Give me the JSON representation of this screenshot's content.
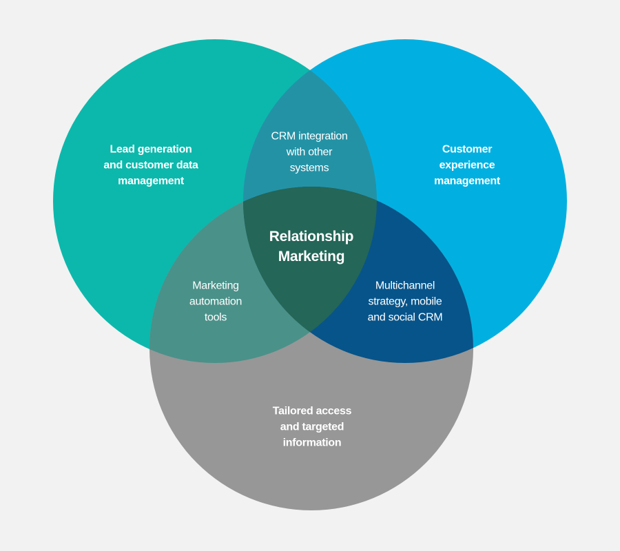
{
  "diagram": {
    "type": "venn",
    "title": "Relationship Marketing",
    "colors": {
      "background": "#f2f2f2",
      "circle_top_left": "#0cb8ac",
      "circle_top_right": "#01b0e0",
      "circle_bottom": "#979797",
      "overlap_top": "#2492a5",
      "overlap_left": "#4a9189",
      "overlap_right": "#06548a",
      "overlap_center": "#246657",
      "text": "#ffffff"
    },
    "sets": [
      {
        "id": "lead",
        "label": "Lead generation\nand customer data\nmanagement"
      },
      {
        "id": "cx",
        "label": "Customer\nexperience\nmanagement"
      },
      {
        "id": "tailored",
        "label": "Tailored access\nand targeted\ninformation"
      }
    ],
    "intersections": [
      {
        "sets": [
          "lead",
          "cx"
        ],
        "label": "CRM integration\nwith other\nsystems"
      },
      {
        "sets": [
          "lead",
          "tailored"
        ],
        "label": "Marketing\nautomation\ntools"
      },
      {
        "sets": [
          "cx",
          "tailored"
        ],
        "label": "Multichannel\nstrategy, mobile\nand social CRM"
      },
      {
        "sets": [
          "lead",
          "cx",
          "tailored"
        ],
        "label": "Relationship\nMarketing"
      }
    ]
  }
}
